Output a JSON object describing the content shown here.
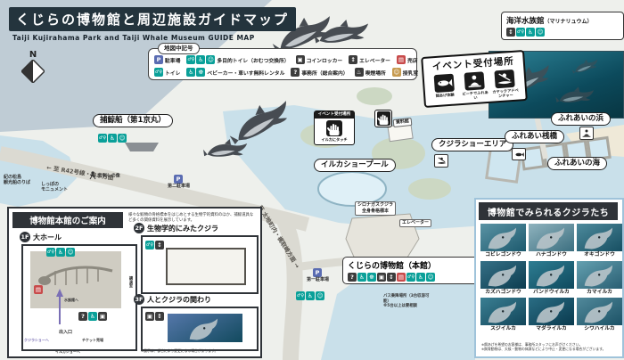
{
  "title": {
    "main": "くじらの博物館と周辺施設ガイドマップ",
    "sub": "Taiji Kujirahama Park and Taiji Whale Museum GUIDE MAP"
  },
  "compass_label": "N",
  "glyphs": {
    "parking": "P",
    "toilet": "♂♀",
    "accessible": "♿",
    "baby": "☺",
    "locker": "▣",
    "elevator": "↕",
    "shop": "▤",
    "info": "?",
    "smoking": "♨",
    "nursing": "☺",
    "stroller": "☸"
  },
  "icon_colors": {
    "parking": "#5a6cb2",
    "toilet": "#0aa099",
    "accessible": "#0aa099",
    "baby": "#0aa099",
    "locker": "#3c3c3c",
    "elevator": "#3c3c3c",
    "shop": "#c84b4b",
    "info": "#3c3c3c",
    "smoking": "#3c3c3c",
    "nursing": "#c79b50",
    "stroller": "#0aa099"
  },
  "legend": {
    "title": "地図中記号",
    "items": [
      {
        "name": "parking",
        "icons": [
          "parking"
        ],
        "label": "駐車場"
      },
      {
        "name": "multi-toilet",
        "icons": [
          "toilet",
          "accessible",
          "baby"
        ],
        "label": "多目的トイレ（おむつ交換所）"
      },
      {
        "name": "coin-locker",
        "icons": [
          "locker"
        ],
        "label": "コインロッカー"
      },
      {
        "name": "elevator",
        "icons": [
          "elevator"
        ],
        "label": "エレベーター"
      },
      {
        "name": "shop",
        "icons": [
          "shop"
        ],
        "label": "売店"
      },
      {
        "name": "toilet",
        "icons": [
          "toilet"
        ],
        "label": "トイレ"
      },
      {
        "name": "rental",
        "icons": [
          "accessible",
          "stroller"
        ],
        "label": "ベビーカー・車いす無料レンタル"
      },
      {
        "name": "office",
        "icons": [
          "info"
        ],
        "label": "事務所（総合案内）"
      },
      {
        "name": "smoking",
        "icons": [
          "smoking"
        ],
        "label": "喫煙場所"
      },
      {
        "name": "nursing",
        "icons": [
          "nursing"
        ],
        "label": "授乳室"
      }
    ]
  },
  "aquarium_card": {
    "title": "海洋水族館",
    "subtitle": "（マリナリュウム）",
    "icons": [
      "elevator",
      "toilet",
      "accessible",
      "baby"
    ]
  },
  "event_box": {
    "title": "イベント受付場所",
    "items": [
      {
        "label": "餌あげ体験"
      },
      {
        "label": "ビーチでふれあい"
      },
      {
        "label": "カヤックアドベンチャー"
      }
    ]
  },
  "event_small": {
    "title": "イベント受付場所",
    "label": "イルカにタッチ"
  },
  "map": {
    "whaling_ship": {
      "label": "捕鯨船（第1京丸）",
      "icons": [
        "toilet",
        "accessible",
        "baby"
      ]
    },
    "whale_show_area": "クジラショーエリア",
    "fureai_pier": "ふれあい桟橋",
    "fureai_beach": "ふれあいの浜",
    "fureai_sea": "ふれあいの海",
    "dolphin_pool": "イルカショープール",
    "shiryokan": "資料館",
    "blue_whale_l1": "シロナガスクジラ",
    "blue_whale_l2": "全身骨格標本",
    "elevator_label": "エレベーター",
    "museum_box": {
      "title": "くじらの博物館（本館）",
      "icons": [
        "info",
        "accessible",
        "stroller",
        "locker",
        "elevator",
        "shop",
        "toilet",
        "accessible",
        "baby"
      ],
      "corner_icons": [
        "nursing"
      ]
    },
    "bus_l1": "バス乗降場所（3台収容可能）",
    "bus_l2": "※5台以上は要相談",
    "parking1": "第一駐車場",
    "parking2": "第二駐車場",
    "road_r42": "← 至 R42号線・串本方面",
    "road_taiji": "至 太地町内・梶取崎方面 →",
    "hazashi": "刃刺しの像",
    "kinomatsushima_l1": "紀の松島",
    "kinomatsushima_l2": "観光船のりば",
    "tail_l1": "しっぽの",
    "tail_l2": "モニュメント",
    "shore_icons": [
      "toilet",
      "accessible",
      "baby"
    ]
  },
  "misc": {
    "parking": [
      "parking"
    ]
  },
  "floor_guide": {
    "title": "博物館本館のご案内",
    "note": "様々な鯨類の骨格標本をはじめとする生物学的資料のほか、捕鯨道具など多くの関係資料を展示しています。",
    "f1_level": "1F",
    "f1_name": "大ホール",
    "f2_level": "2F",
    "f2_name": "生物学的にみたクジラ",
    "f3_level": "3F",
    "f3_name": "人とクジラの関わり",
    "plan": {
      "lecture": "講演室",
      "entrance": "出入口",
      "ticket": "チケット売場",
      "to_aquarium": "水族館へ",
      "to_whale_show": "クジラショーへ",
      "to_dolphin_show": "イルカショーへ"
    },
    "footnote": "※展示は、都合により変更になる場合があります。"
  },
  "whales_panel": {
    "title": "博物館でみられるクジラたち",
    "whales": [
      "コビレゴンドウ",
      "ハナゴンドウ",
      "オキゴンドウ",
      "カズハゴンドウ",
      "バンドウイルカ",
      "カマイルカ",
      "スジイルカ",
      "マダライルカ",
      "シワハイルカ"
    ],
    "notes": [
      "※餌あげを希望のお客様は、事務所スタッフにお声がけください。",
      "※飼育動物は、天候・動物の体調などにより中止・変更になる場合がございます。"
    ]
  }
}
